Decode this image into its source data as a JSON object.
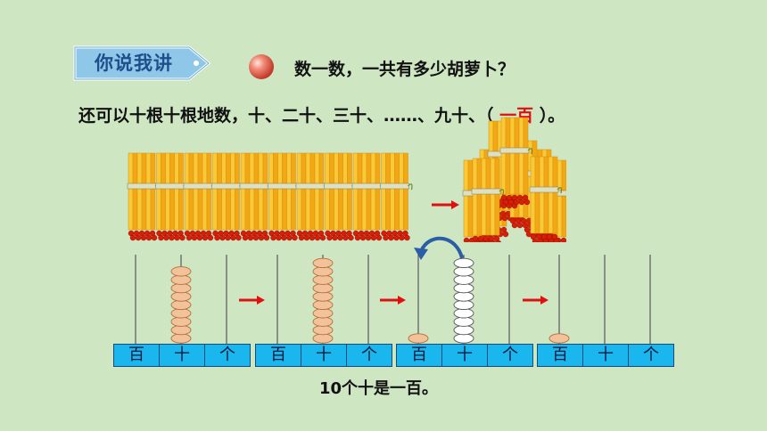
{
  "badge": {
    "label": "你说我讲"
  },
  "question": "数一数，一共有多少胡萝卜？",
  "sentence": {
    "prefix": "还可以十根十根地数，十、二十、三十、……、九十、（",
    "answer": "一百",
    "suffix": "）。"
  },
  "abacus": {
    "place_labels": [
      "百",
      "十",
      "个"
    ],
    "states": [
      {
        "hundreds": 0,
        "tens": 9,
        "ones": 0
      },
      {
        "hundreds": 0,
        "tens": 10,
        "ones": 0
      },
      {
        "hundreds": 1,
        "tens": 10,
        "ones": 0,
        "tens_highlight": "white"
      },
      {
        "hundreds": 1,
        "tens": 0,
        "ones": 0
      }
    ]
  },
  "conclusion": "10个十是一百。",
  "colors": {
    "background": "#cfe6c2",
    "badge": "#8fc7e8",
    "answer": "#e01010",
    "place_cell": "#1ab6ee",
    "bead": "#f2c29a",
    "stick": "#f5b21a",
    "berry": "#d81e06",
    "arrow_red": "#e01010",
    "arrow_blue": "#2a5fa8"
  },
  "icons": [
    "red-ball-icon",
    "right-arrow-icon",
    "curved-arrow-icon"
  ]
}
